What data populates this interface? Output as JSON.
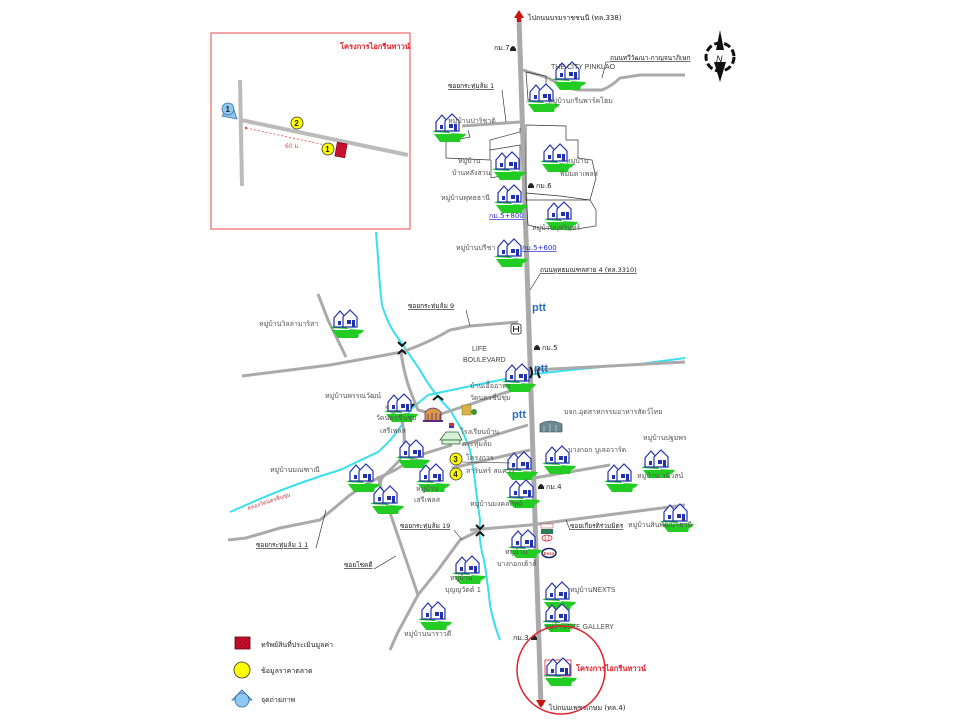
{
  "inset": {
    "title": "โครงการไอกรีนทาวน์",
    "distance_label": "60 ม.",
    "markers": [
      {
        "type": "photo-point",
        "number": "1"
      },
      {
        "type": "market-data",
        "number": "2"
      },
      {
        "type": "market-data",
        "number": "1"
      }
    ]
  },
  "roads": {
    "north_destination": "ไปถนนบรมราชชนนี (ทล.338)",
    "south_destination": "ไปถนนเพชรเกษม (ทล.4)",
    "kanchanaphisek": "ถนนทวีวัฒนา-กาญจนาภิเษก",
    "soi_1": "ซอยกระทุ่มล้ม 1",
    "soi_9": "ซอยกระทุ่มล้ม 9",
    "soi_11": "ซอยกระทุ่มล้ม 1 1",
    "soi_19": "ซอยกระทุ่มล้ม 19",
    "soi_chokdee": "ซอยโชคดี",
    "soi_kiat": "ซอยเกียรติร่วมมิตร",
    "phutthamonthon": "ถนนพุทธมณฑลสาย 4 (ทล.3310)",
    "canal": "คลองวัดนครชื่นชุ่ม"
  },
  "km_markers": {
    "km7": "กม.7",
    "km6": "กม.6",
    "km5_800": "กม.5+800",
    "km5_600": "กม.5+600",
    "km5": "กม.5",
    "km4": "กม.4",
    "km3": "กม.3"
  },
  "places": {
    "city_pinklao": "THE CITY PINKLAO",
    "green_park_home": "หมู่บ้านกรีนพาร์คโฮม",
    "parichat": "หมู่บ้านปาริชาติ",
    "ban_lang_suan_1": "หมู่บ้าน",
    "ban_lang_suan_2": "บ้านหลังสวน",
    "pimmada_1": "หมู่บ้าน",
    "pimmada_2": "พิมมดาเพลส",
    "phuttathani": "หมู่บ้านพุทธธานี",
    "budsarin": "หมู่บ้านบุศรินทร์",
    "pricha": "หมู่บ้านปรีชา",
    "wilai": "หมู่บ้านวิลล่ามาริสา",
    "life_1": "LIFE",
    "life_2": "BOULEVARD",
    "food_1": "บ้านเอื้ออาทร",
    "food_2": "วัดนครชื่นชุ่ม",
    "pornwat": "หมู่บ้านพรรณวัฒน์",
    "wat_1": "วัดนครชื่นชุ่ม",
    "wat_2": "เสรีเพลส",
    "school_1": "โรงเรียนบ้าน",
    "school_2": "กระทุ่มล้ม",
    "project_1": "โครงการ",
    "project_2": "สารินทร์ สแควร์",
    "food_industry": "บจก.อุตสาหกรรมอาหารสัตว์ไทย",
    "bangkok_boulevard": "บางกอก บูเลอวาร์ด",
    "pratumporn": "หมู่บ้านปฐมพร",
    "mathani": "หมู่บ้านมณฑาณี",
    "seri_1": "หมู่บ้าน",
    "seri_2": "เสรีเพลส",
    "mongkol": "หมู่บ้านมงคลทิพย์",
    "wiwat": "หมู่บ้าน วนิวสน์",
    "sinpattana": "หมู่บ้านสินพัฒนาธานี",
    "bangkok_villa_1": "หมู่บ้าน",
    "bangkok_villa_2": "บางกอกเฮ้าส์",
    "boonyawat_1": "หมู่บ้าน",
    "boonyawat_2": "บุญญวัตต์ 1",
    "narawadee": "หมู่บ้านนาราวดี",
    "nexts": "หมู่บ้านNEXTS",
    "gallery": "หมู่บ้านTHE GALLERY",
    "subject": "โครงการไอกรีนทาวน์"
  },
  "pins": {
    "three": "3",
    "four": "4"
  },
  "brands": {
    "ptt": "ptt",
    "esso": "Esso"
  },
  "compass": {
    "letter": "N"
  },
  "legend": {
    "items": [
      {
        "symbol": "red-hatched-square",
        "label": "ทรัพย์สินที่ประเมินมูลค่า"
      },
      {
        "symbol": "yellow-circle",
        "label": "ข้อมูลราคาตลาด"
      },
      {
        "symbol": "photo-point",
        "label": "จุดถ่ายภาพ"
      }
    ]
  },
  "colors": {
    "road": "#a8a8a8",
    "canal": "#38e0ee",
    "accent_red": "#e0242c",
    "marker_yellow": "#ffff00",
    "photo_blue": "#8ec8f0",
    "house_green": "#22cc22",
    "house_blue": "#2233aa"
  }
}
